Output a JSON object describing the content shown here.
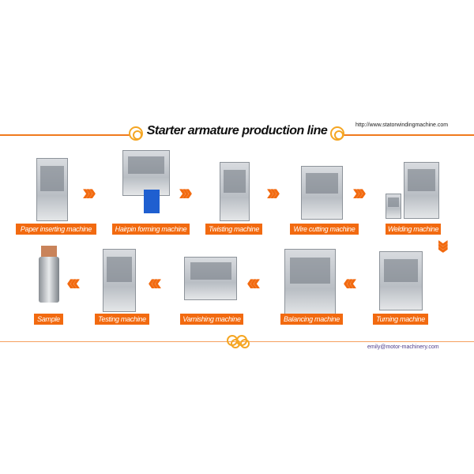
{
  "header": {
    "title": "Starter armature production line",
    "url": "http://www.statorwindingmachine.com"
  },
  "footer": {
    "email": "emily@motor-machinery.com"
  },
  "colors": {
    "accent": "#f26a10",
    "line": "#f07a1e"
  },
  "row1": [
    {
      "label": "Paper inserting  machine"
    },
    {
      "label": "Hairpin forming machine"
    },
    {
      "label": "Twisting machine"
    },
    {
      "label": "Wire cutting machine"
    },
    {
      "label": "Welding machine"
    }
  ],
  "row2": [
    {
      "label": "Sample"
    },
    {
      "label": "Testing machine"
    },
    {
      "label": "Varnishing machine"
    },
    {
      "label": "Balancing machine"
    },
    {
      "label": "Turning machine"
    }
  ],
  "icons": {
    "flow_right": "chevron-triple-right",
    "flow_left": "chevron-triple-left",
    "flow_down": "chevron-triple-down"
  }
}
